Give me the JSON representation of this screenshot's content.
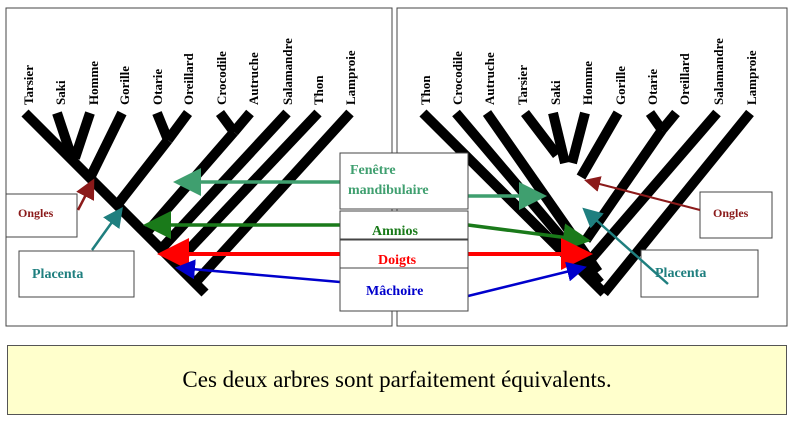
{
  "left_tree": {
    "taxa": [
      "Tarsier",
      "Saki",
      "Homme",
      "Gorille",
      "Otarie",
      "Oreillard",
      "Crocodile",
      "Autruche",
      "Salamandre",
      "Thon",
      "Lamproie"
    ],
    "labels": {
      "ongles": "Ongles",
      "placenta": "Placenta"
    }
  },
  "right_tree": {
    "taxa": [
      "Thon",
      "Crocodile",
      "Autruche",
      "Tarsier",
      "Saki",
      "Homme",
      "Gorille",
      "Otarie",
      "Oreillard",
      "Salamandre",
      "Lamproie"
    ],
    "labels": {
      "ongles": "Ongles",
      "placenta": "Placenta"
    }
  },
  "center_labels": {
    "fenetre_line1": "Fenêtre",
    "fenetre_line2": "mandibulaire",
    "amnios": "Amnios",
    "doigts": "Doigts",
    "machoire": "Mâchoire"
  },
  "colors": {
    "ongles": "#8b1a1a",
    "placenta": "#1f7f7f",
    "fenetre": "#3f9f6f",
    "amnios": "#1a7a1a",
    "doigts": "#ff0000",
    "machoire": "#0000cc",
    "caption_bg": "#ffffcc"
  },
  "caption": "Ces deux arbres sont parfaitement équivalents."
}
